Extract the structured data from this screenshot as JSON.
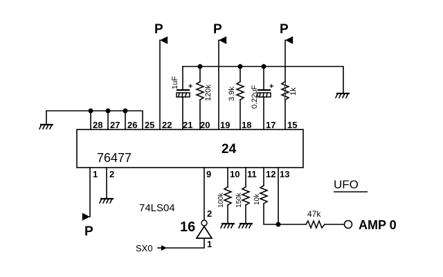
{
  "diagram": {
    "title": "UFO",
    "chip": {
      "part": "76477",
      "ref": "24"
    },
    "inverter": {
      "part": "74LS04",
      "ref": "16",
      "pin_in": "1",
      "pin_out": "2"
    },
    "power_label": "P",
    "input_signal": "SX0",
    "output_label": "AMP 0",
    "top_pins": [
      "28",
      "27",
      "26",
      "25",
      "22",
      "21",
      "20",
      "19",
      "18",
      "17",
      "15"
    ],
    "bottom_pins": [
      "1",
      "2",
      "9",
      "10",
      "11",
      "12",
      "13"
    ],
    "components": {
      "c21": "1uF",
      "r20": "120k",
      "r18": "3.9k",
      "c17": "0.22uF",
      "r15": "1k",
      "r10": "100k",
      "r11": "150k",
      "r12": "10k",
      "r_out": "47k"
    },
    "polarity_mark": "+"
  }
}
